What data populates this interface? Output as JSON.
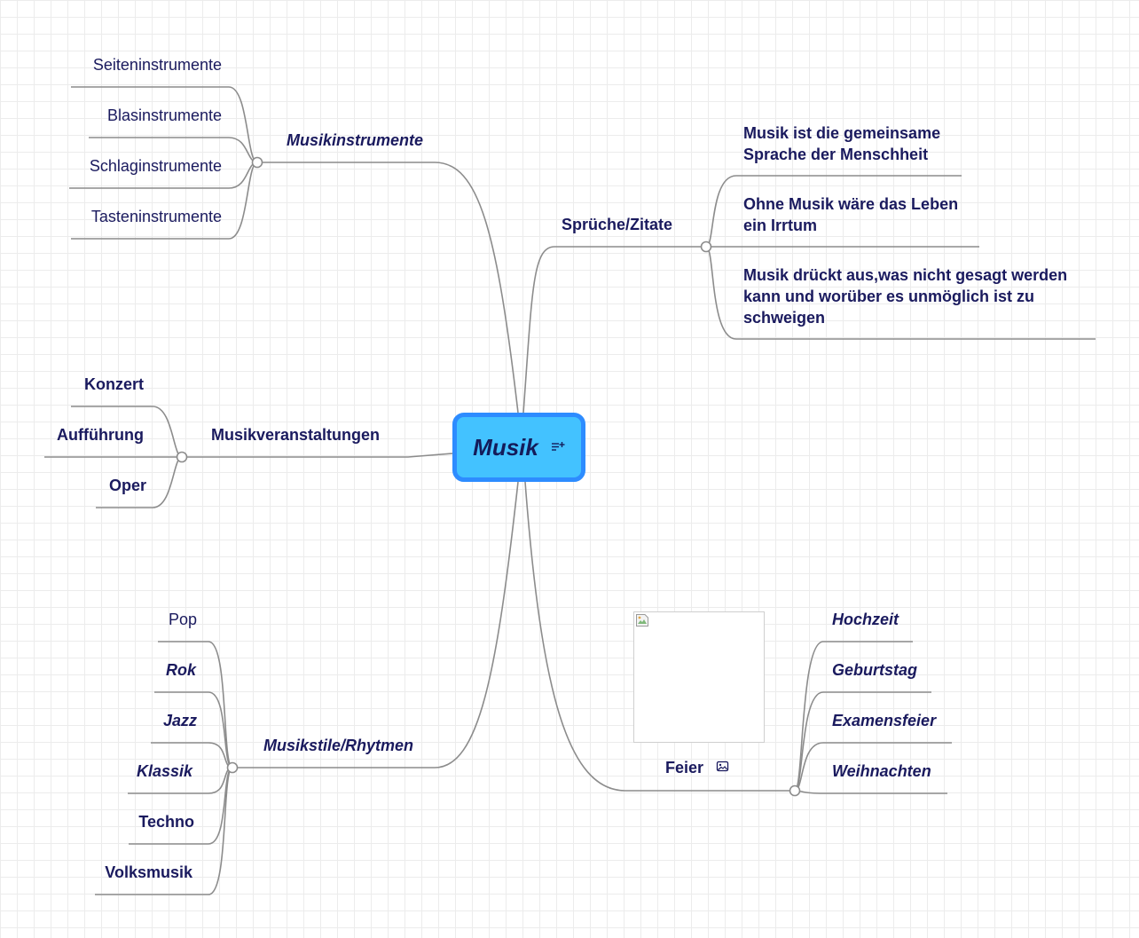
{
  "root": {
    "label": "Musik",
    "note_icon": "note-icon"
  },
  "musikinstrumente": {
    "label": "Musikinstrumente",
    "children": [
      "Seiteninstrumente",
      "Blasinstrumente",
      "Schlaginstrumente",
      "Tasteninstrumente"
    ]
  },
  "musikveranstaltungen": {
    "label": "Musikveranstaltungen",
    "children": [
      "Konzert",
      "Aufführung",
      "Oper"
    ]
  },
  "musikstile": {
    "label": "Musikstile/Rhytmen",
    "children": [
      "Pop",
      "Rok",
      "Jazz",
      "Klassik",
      "Techno",
      "Volksmusik"
    ]
  },
  "sprueche": {
    "label": "Sprüche/Zitate",
    "children": [
      "Musik ist die gemeinsame Sprache der Menschheit",
      "Ohne Musik wäre das Leben ein Irrtum",
      "Musik drückt aus,was nicht gesagt werden kann und worüber es unmöglich ist zu schweigen"
    ]
  },
  "feier": {
    "label": "Feier",
    "image_icon": "image-icon",
    "children": [
      "Hochzeit",
      "Geburtstag",
      "Examensfeier",
      "Weihnachten"
    ]
  },
  "colors": {
    "root_fill": "#43c2ff",
    "root_border": "#2d8cff",
    "text": "#1a1a5e",
    "branch_line": "#8c8c8c"
  }
}
